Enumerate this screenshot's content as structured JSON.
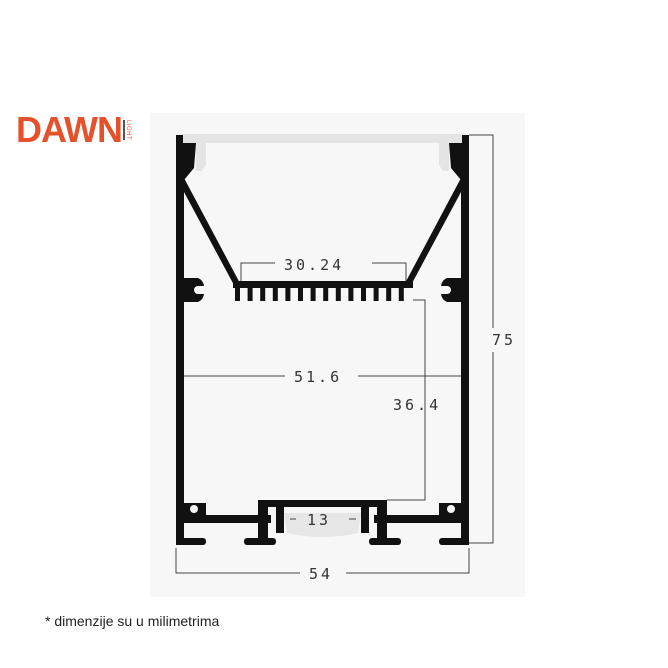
{
  "logo": {
    "main": "DAWN",
    "sub": "LIGHT",
    "color": "#e4512a"
  },
  "drawing": {
    "dimensions": {
      "led_strip_width": "30.24",
      "inner_width": "51.6",
      "inner_height": "36.4",
      "diffuser_width": "13",
      "total_width": "54",
      "total_height": "75"
    }
  },
  "caption": "* dimenzije su u milimetrima"
}
